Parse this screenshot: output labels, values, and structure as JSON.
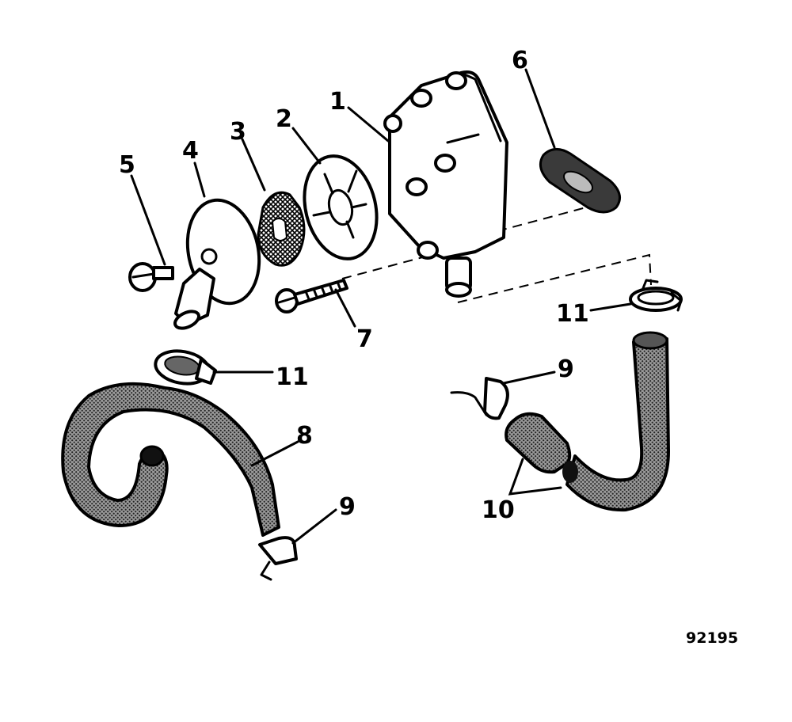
{
  "diagram": {
    "figure_number": "92195",
    "callouts": [
      {
        "id": "1",
        "label": "1"
      },
      {
        "id": "2",
        "label": "2"
      },
      {
        "id": "3",
        "label": "3"
      },
      {
        "id": "4",
        "label": "4"
      },
      {
        "id": "5",
        "label": "5"
      },
      {
        "id": "6",
        "label": "6"
      },
      {
        "id": "7",
        "label": "7"
      },
      {
        "id": "8",
        "label": "8"
      },
      {
        "id": "9a",
        "label": "9"
      },
      {
        "id": "9b",
        "label": "9"
      },
      {
        "id": "10",
        "label": "10"
      },
      {
        "id": "11a",
        "label": "11"
      },
      {
        "id": "11b",
        "label": "11"
      }
    ]
  }
}
